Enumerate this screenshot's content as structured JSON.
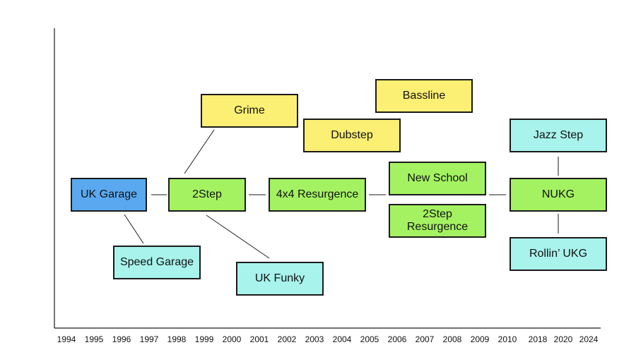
{
  "colors": {
    "blue": "#5aa9f0",
    "green": "#a4f262",
    "yellow": "#fbef74",
    "cyan": "#a8f3ec",
    "line": "#1a1a1a"
  },
  "timeline": {
    "years": [
      "1994",
      "1995",
      "1996",
      "1997",
      "1998",
      "1999",
      "2000",
      "2001",
      "2002",
      "2003",
      "2004",
      "2005",
      "2006",
      "2007",
      "2008",
      "2009",
      "2010",
      "2018",
      "2020",
      "2024"
    ]
  },
  "genres": {
    "uk_garage": "UK Garage",
    "speed_garage": "Speed Garage",
    "two_step": "2Step",
    "grime": "Grime",
    "uk_funky": "UK Funky",
    "four_by_four": "4x4 Resurgence",
    "dubstep": "Dubstep",
    "bassline": "Bassline",
    "new_school": "New School",
    "two_step_resurgence": "2Step Resurgence",
    "nukg": "NUKG",
    "jazz_step": "Jazz Step",
    "rollin_ukg": "Rollin’ UKG"
  }
}
